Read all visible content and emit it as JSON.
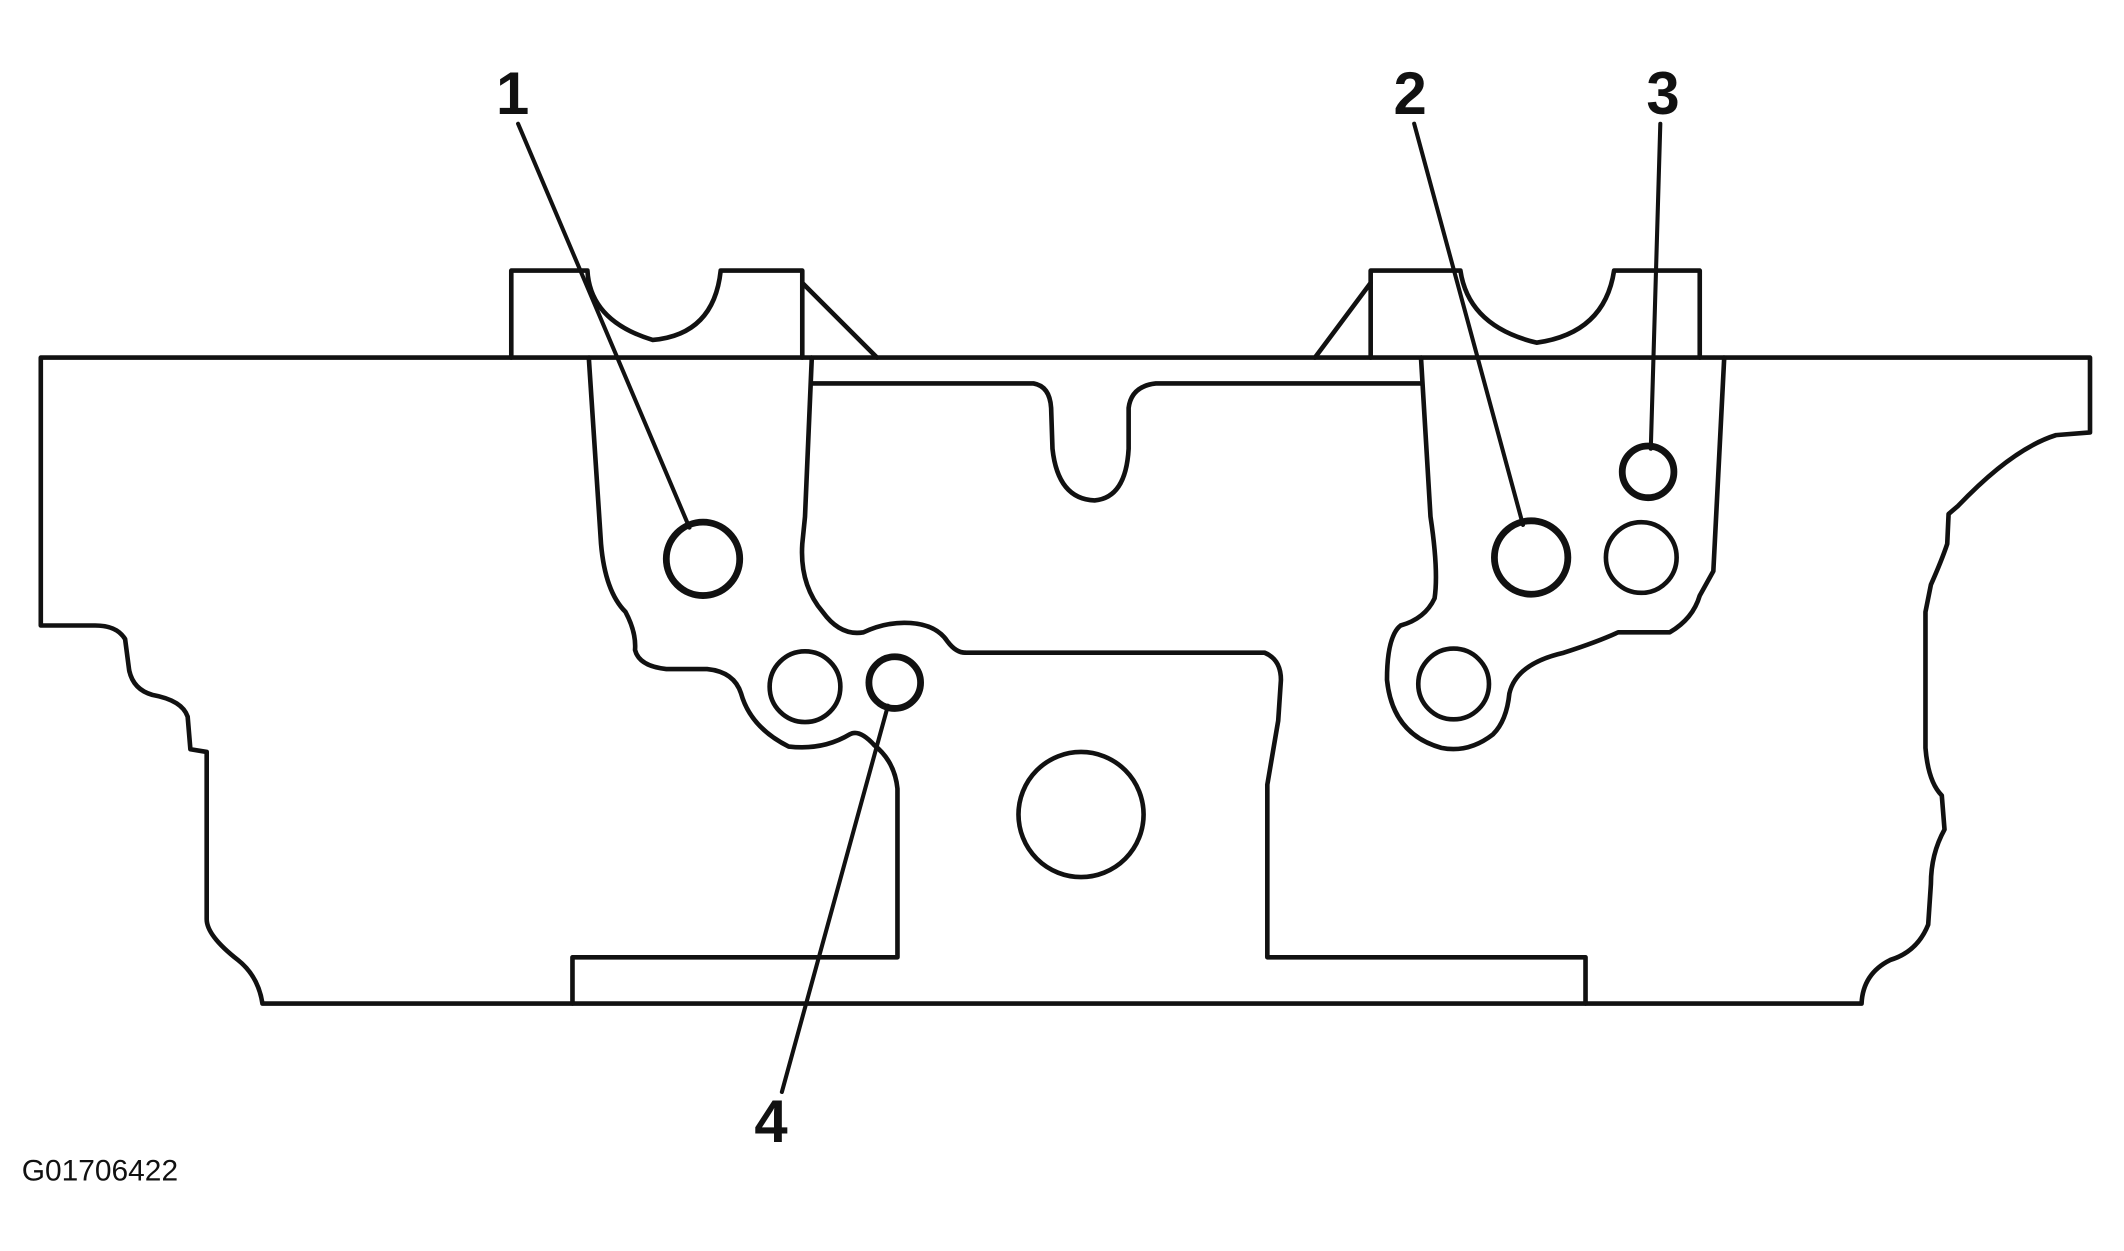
{
  "callouts": [
    {
      "id": "1",
      "label": "1"
    },
    {
      "id": "2",
      "label": "2"
    },
    {
      "id": "3",
      "label": "3"
    },
    {
      "id": "4",
      "label": "4"
    }
  ],
  "figure_code": "G01706422"
}
